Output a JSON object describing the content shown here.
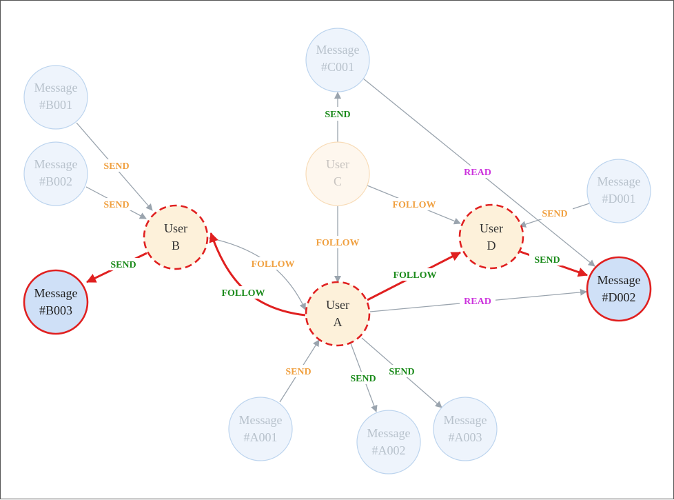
{
  "colors": {
    "send_label": "#f0a040",
    "send_label_active": "#1a8a1a",
    "follow_label": "#f0a040",
    "follow_label_active": "#1a8a1a",
    "read_label": "#cc33dd",
    "edge_gray": "#9aa4ae",
    "edge_red": "#e02020"
  },
  "nodes": {
    "msg_c001": {
      "line1": "Message",
      "line2": "#C001"
    },
    "msg_b001": {
      "line1": "Message",
      "line2": "#B001"
    },
    "msg_b002": {
      "line1": "Message",
      "line2": "#B002"
    },
    "msg_b003": {
      "line1": "Message",
      "line2": "#B003"
    },
    "msg_d001": {
      "line1": "Message",
      "line2": "#D001"
    },
    "msg_d002": {
      "line1": "Message",
      "line2": "#D002"
    },
    "msg_a001": {
      "line1": "Message",
      "line2": "#A001"
    },
    "msg_a002": {
      "line1": "Message",
      "line2": "#A002"
    },
    "msg_a003": {
      "line1": "Message",
      "line2": "#A003"
    },
    "user_a": {
      "line1": "User",
      "line2": "A"
    },
    "user_b": {
      "line1": "User",
      "line2": "B"
    },
    "user_c": {
      "line1": "User",
      "line2": "C"
    },
    "user_d": {
      "line1": "User",
      "line2": "D"
    }
  },
  "edges": {
    "c_send_c001": "SEND",
    "b001_send_b": "SEND",
    "b002_send_b": "SEND",
    "b_send_b003": "SEND",
    "a_follow_b": "FOLLOW",
    "b_follow_a": "FOLLOW",
    "c_follow_a": "FOLLOW",
    "c_follow_d": "FOLLOW",
    "a_follow_d": "FOLLOW",
    "c001_read_d002": "READ",
    "a_read_d002": "READ",
    "d001_send_d": "SEND",
    "d_send_d002": "SEND",
    "a001_send_a": "SEND",
    "a_send_a002": "SEND",
    "a_send_a003": "SEND"
  }
}
